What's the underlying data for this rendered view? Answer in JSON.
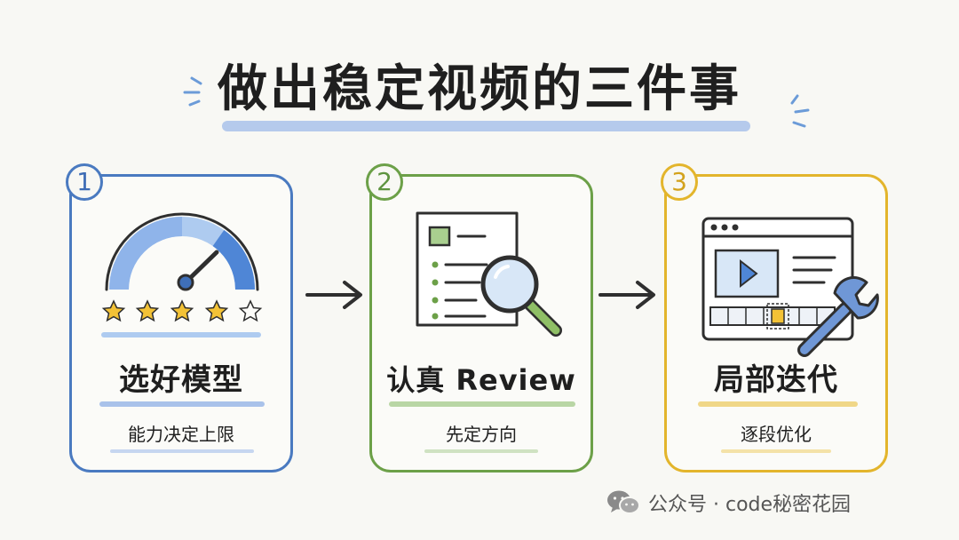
{
  "title": "做出稳定视频的三件事",
  "steps": [
    {
      "number": "1",
      "title": "选好模型",
      "subtitle": "能力决定上限",
      "rating": 0.8
    },
    {
      "number": "2",
      "title": "认真 Review",
      "subtitle": "先定方向"
    },
    {
      "number": "3",
      "title": "局部迭代",
      "subtitle": "逐段优化"
    }
  ],
  "watermark": {
    "text": "公众号 · code秘密花园"
  },
  "colors": {
    "step1": "#4a7ac0",
    "step2": "#6ca048",
    "step3": "#e3b52c",
    "title_underline": "#a9c2ea"
  },
  "icons": [
    "speedometer-icon",
    "star-icon",
    "arrow-right-icon",
    "document-icon",
    "magnifier-icon",
    "video-player-icon",
    "wrench-icon",
    "wechat-icon"
  ]
}
